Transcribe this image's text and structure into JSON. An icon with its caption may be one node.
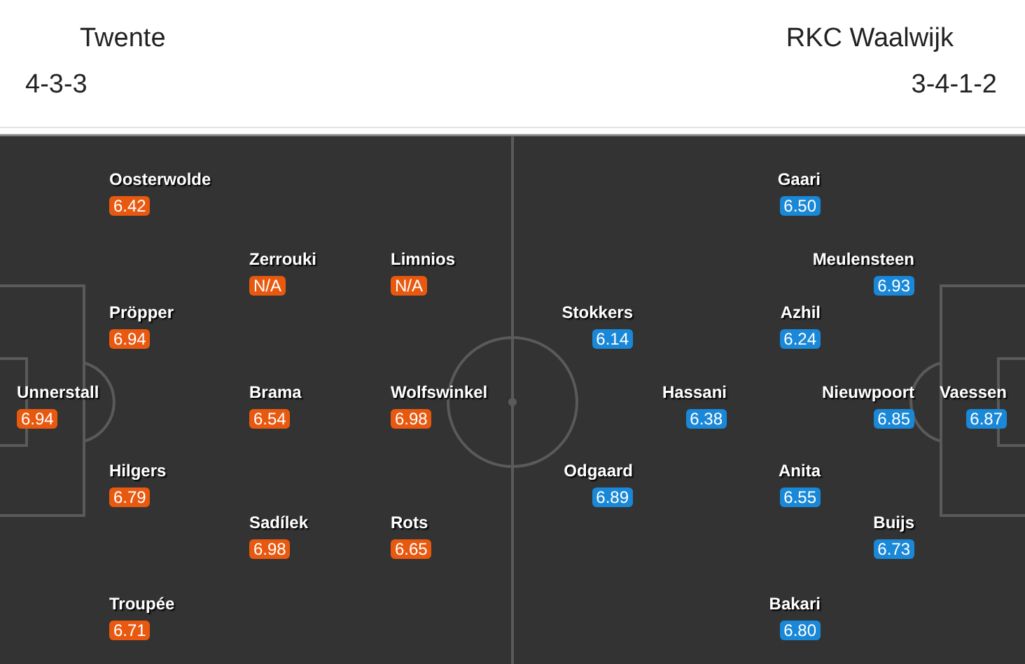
{
  "diagram": {
    "labels": [
      "Twente",
      "RKC Waalwijk",
      "4-3-3",
      "3-4-1-2"
    ],
    "nodes": [
      {
        "text": [
          "Oosterwolde",
          "6.42"
        ]
      },
      {
        "text": [
          "Zerrouki",
          "N/A"
        ]
      },
      {
        "text": [
          "Limnios",
          "N/A"
        ]
      },
      {
        "text": [
          "Pröpper",
          "6.94"
        ]
      },
      {
        "text": [
          "Unnerstall",
          "6.94"
        ]
      },
      {
        "text": [
          "Brama",
          "6.54"
        ]
      },
      {
        "text": [
          "Wolfswinkel",
          "6.98"
        ]
      },
      {
        "text": [
          "Hilgers",
          "6.79"
        ]
      },
      {
        "text": [
          "Sadílek",
          "6.98"
        ]
      },
      {
        "text": [
          "Rots",
          "6.65"
        ]
      },
      {
        "text": [
          "Troupée",
          "6.71"
        ]
      },
      {
        "text": [
          "Gaari",
          "6.50"
        ]
      },
      {
        "text": [
          "Meulensteen",
          "6.93"
        ]
      },
      {
        "text": [
          "Stokkers",
          "6.14"
        ]
      },
      {
        "text": [
          "Azhil",
          "6.24"
        ]
      },
      {
        "text": [
          "Hassani",
          "6.38"
        ]
      },
      {
        "text": [
          "Nieuwpoort",
          "6.85"
        ]
      },
      {
        "text": [
          "Vaessen",
          "6.87"
        ]
      },
      {
        "text": [
          "Odgaard",
          "6.89"
        ]
      },
      {
        "text": [
          "Anita",
          "6.55"
        ]
      },
      {
        "text": [
          "Buijs",
          "6.73"
        ]
      },
      {
        "text": [
          "Bakari",
          "6.80"
        ]
      }
    ]
  }
}
